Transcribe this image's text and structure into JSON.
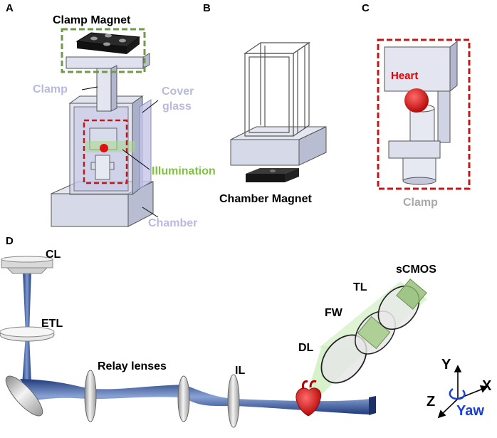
{
  "panels": {
    "a": "A",
    "b": "B",
    "c": "C",
    "d": "D"
  },
  "panel_a": {
    "clamp_magnet": "Clamp Magnet",
    "clamp": "Clamp",
    "cover_glass_1": "Cover",
    "cover_glass_2": "glass",
    "illumination": "Illumination",
    "chamber": "Chamber"
  },
  "panel_b": {
    "chamber_magnet": "Chamber Magnet"
  },
  "panel_c": {
    "heart": "Heart",
    "clamp": "Clamp"
  },
  "panel_d": {
    "cl": "CL",
    "etl": "ETL",
    "relay_lenses": "Relay lenses",
    "il": "IL",
    "dl": "DL",
    "fw": "FW",
    "tl": "TL",
    "scmos": "sCMOS",
    "axis_y": "Y",
    "axis_x": "X",
    "axis_z": "Z",
    "yaw": "Yaw"
  },
  "colors": {
    "beam": "#2f4f8f",
    "illumination": "#7fc241",
    "heart_label": "#e00000",
    "yaw": "#1a3fd6",
    "lavender_label": "#b9b9e0",
    "clamp_magnet_box": "#6f9a4a",
    "heart_box": "#c01818"
  }
}
